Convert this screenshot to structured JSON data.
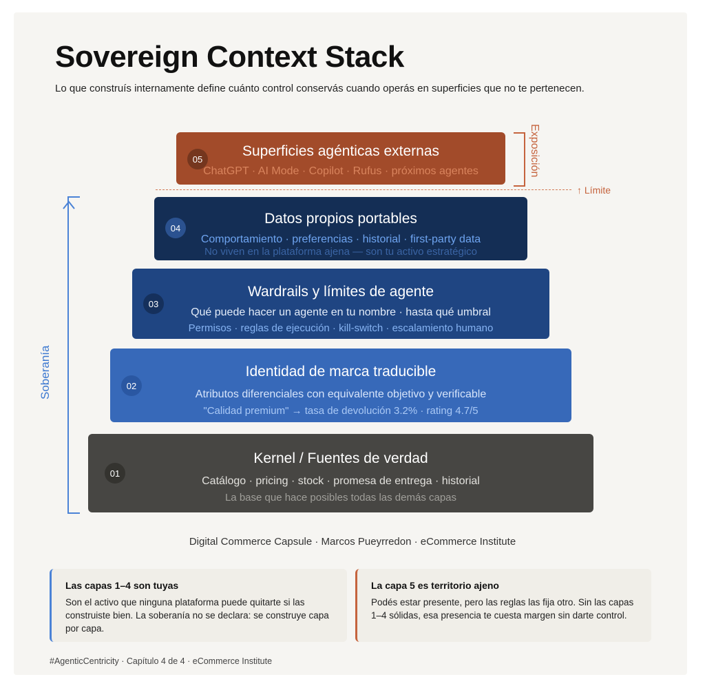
{
  "header": {
    "title": "Sovereign Context Stack",
    "subtitle": "Lo que construís internamente define cuánto control conservás cuando operás en superficies que no te pertenecen."
  },
  "layers": [
    {
      "num": "01",
      "title": "Kernel / Fuentes de verdad",
      "line1": "Catálogo · pricing · stock · promesa de entrega · historial",
      "line2": "La base que hace posibles todas las demás capas"
    },
    {
      "num": "02",
      "title": "Identidad de marca traducible",
      "line1": "Atributos diferenciales con equivalente objetivo y verificable",
      "line2": "\"Calidad premium\" → tasa de devolución 3.2% · rating 4.7/5"
    },
    {
      "num": "03",
      "title": "Wardrails y límites de agente",
      "line1": "Qué puede hacer un agente en tu nombre · hasta qué umbral",
      "line2": "Permisos · reglas de ejecución · kill-switch · escalamiento humano"
    },
    {
      "num": "04",
      "title": "Datos propios portables",
      "line1": "Comportamiento · preferencias · historial · first-party data",
      "line2": "No viven en la plataforma ajena — son tu activo estratégico"
    },
    {
      "num": "05",
      "title": "Superficies agénticas externas",
      "line1": "ChatGPT · AI Mode · Copilot · Rufus · próximos agentes"
    }
  ],
  "axis": {
    "left_label": "Soberanía",
    "right_label": "Exposición",
    "limit_label": "↑ Límite"
  },
  "credit": "Digital Commerce Capsule · Marcos Pueyrredon · eCommerce Institute",
  "notes": [
    {
      "title": "Las capas 1–4 son tuyas",
      "body": "Son el activo que ninguna plataforma puede quitarte si las construiste bien. La soberanía no se declara: se construye capa por capa."
    },
    {
      "title": "La capa 5 es territorio ajeno",
      "body": "Podés estar presente, pero las reglas las fija otro. Sin las capas 1–4 sólidas, esa presencia te cuesta margen sin darte control."
    }
  ],
  "footer": "#AgenticCentricity · Capítulo 4 de 4 · eCommerce Institute",
  "colors": {
    "layer5": "#a24b2a",
    "layer4": "#142e55",
    "layer3": "#1f4582",
    "layer2": "#3769b9",
    "layer1": "#474643",
    "sovereignty_accent": "#4a82d6",
    "exposure_accent": "#c5633d"
  }
}
